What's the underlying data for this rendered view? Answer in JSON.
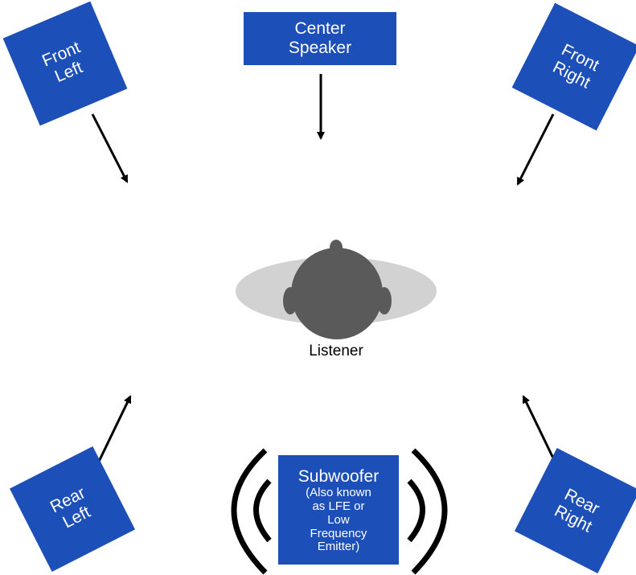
{
  "speakers": {
    "front_left": "Front\nLeft",
    "center": "Center\nSpeaker",
    "front_right": "Front\nRight",
    "rear_left": "Rear\nLeft",
    "rear_right": "Rear\nRight"
  },
  "subwoofer": {
    "title": "Subwoofer",
    "note": "(Also known\nas LFE or\nLow\nFrequency\nEmitter)"
  },
  "listener": {
    "label": "Listener"
  },
  "colors": {
    "speaker_fill": "#1d4fb8",
    "speaker_text": "#ffffff",
    "head": "#5a5a5a",
    "shoulders": "#d2d2d2",
    "arrows": "#000000"
  }
}
